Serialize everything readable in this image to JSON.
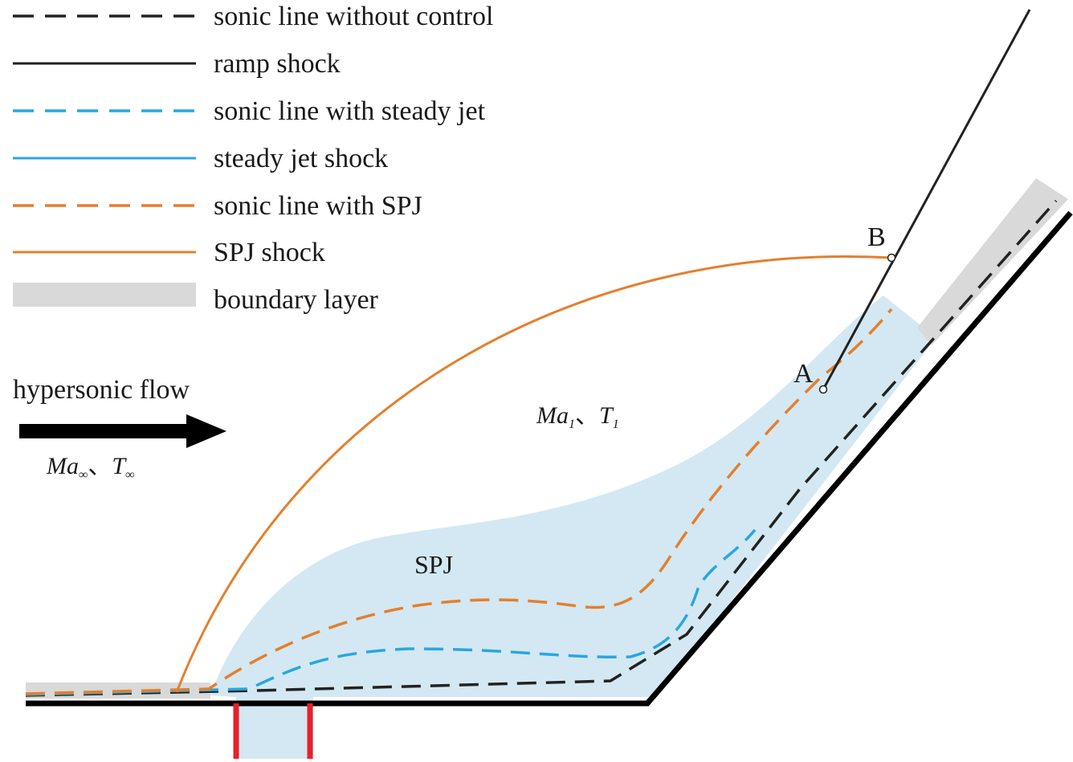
{
  "legend": {
    "items": [
      {
        "label": "sonic line without control",
        "color": "#222222",
        "style": "dashed"
      },
      {
        "label": "ramp shock",
        "color": "#222222",
        "style": "solid"
      },
      {
        "label": "sonic line with steady jet",
        "color": "#29a6e0",
        "style": "dashed"
      },
      {
        "label": "steady jet shock",
        "color": "#29a6e0",
        "style": "solid"
      },
      {
        "label": "sonic line with SPJ",
        "color": "#e47f2d",
        "style": "dashed"
      },
      {
        "label": "SPJ shock",
        "color": "#e47f2d",
        "style": "solid"
      },
      {
        "label": "boundary layer",
        "color": "#d9d9d9",
        "style": "band"
      }
    ]
  },
  "flow": {
    "label": "hypersonic flow",
    "freestream": {
      "ma": "Ma",
      "ma_sub": "∞",
      "sep": "、",
      "t": "T",
      "t_sub": "∞"
    }
  },
  "region": {
    "post_shock": {
      "ma": "Ma",
      "ma_sub": "1",
      "sep": "、",
      "t": "T",
      "t_sub": "1"
    },
    "jet_label": "SPJ"
  },
  "points": {
    "a": "A",
    "b": "B"
  },
  "colors": {
    "spj_region": "#d3e8f2",
    "wall": "#000000",
    "jet_wall": "#e8202a",
    "boundary_layer": "#d9d9d9",
    "orange": "#e47f2d",
    "blue": "#29a6e0",
    "black": "#222222"
  }
}
